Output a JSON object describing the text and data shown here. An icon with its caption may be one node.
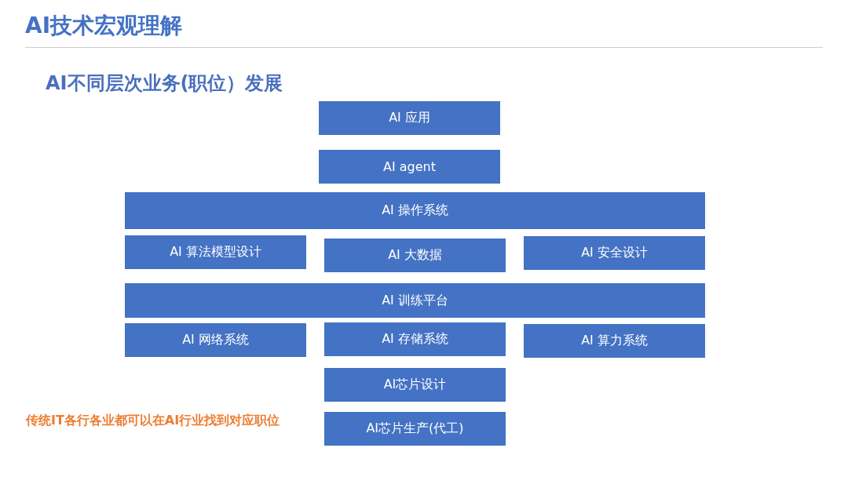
{
  "diagram": {
    "title": "AI技术宏观理解",
    "nodes": [
      {
        "text": [
          "AI 应用"
        ]
      },
      {
        "text": [
          "AI agent"
        ]
      },
      {
        "text": [
          "AI 操作系统"
        ]
      },
      {
        "text": [
          "AI 算法模型设计"
        ]
      },
      {
        "text": [
          "AI 大数据"
        ]
      },
      {
        "text": [
          "AI 安全设计"
        ]
      },
      {
        "text": [
          "AI 训练平台"
        ]
      },
      {
        "text": [
          "AI 网络系统"
        ]
      },
      {
        "text": [
          "AI 存储系统"
        ]
      },
      {
        "text": [
          "AI 算力系统"
        ]
      },
      {
        "text": [
          "AI芯片设计"
        ]
      },
      {
        "text": [
          "AI芯片生产(代工)"
        ]
      }
    ],
    "labels": [
      "AI不同层次业务(职位）发展",
      "传统IT各行各业都可以在AI行业找到对应职位"
    ]
  }
}
